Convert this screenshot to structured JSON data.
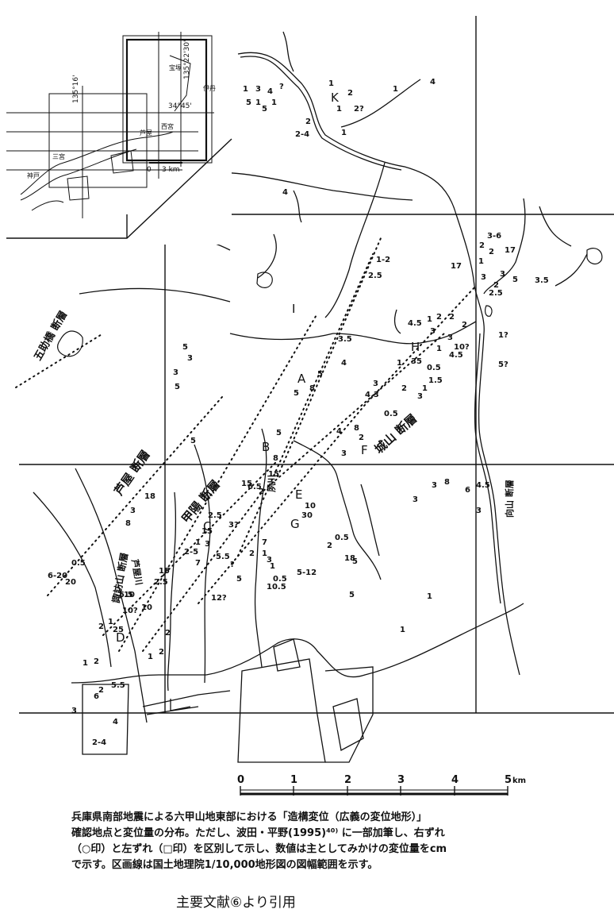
{
  "inset_map": {
    "coords": [
      "135°22'30\"",
      "135°16'",
      "34°45'"
    ],
    "places": [
      "宝塚",
      "伊丹",
      "芦屋",
      "西宮",
      "三宮",
      "神戸"
    ],
    "scale_labels": [
      "0",
      "3 km"
    ]
  },
  "faults": {
    "gosukebashi": "五助橋 断層",
    "ashiya": "芦屋 断層",
    "koyo": "甲陽 断層",
    "jozan": "城山 断層",
    "suwayama": "諏訪山 断層",
    "mukoyama": "向山 断層",
    "ashiyagawa": "芦屋川",
    "shukugawa": "夙川"
  },
  "section_letters": [
    "A",
    "B",
    "C",
    "D",
    "E",
    "F",
    "G",
    "H",
    "I",
    "K"
  ],
  "scale_bar": {
    "ticks": [
      "0",
      "1",
      "2",
      "3",
      "4",
      "5"
    ],
    "unit": "km"
  },
  "caption_lines": [
    "兵庫県南部地震による六甲山地東部における「造構変位（広義の変位地形）」",
    "確認地点と変位量の分布。ただし、波田・平野(1995)⁴⁰⁾ に一部加筆し、右ずれ",
    "（○印）と左ずれ（□印）を区別して示し、数値は主としてみかけの変位量をcm",
    "で示す。区画線は国土地理院1/10,000地形図の図幅範囲を示す。"
  ],
  "source": "主要文献⑥より引用",
  "displacements": [
    {
      "label": "1"
    },
    {
      "label": "3"
    },
    {
      "label": "4"
    },
    {
      "label": "?"
    },
    {
      "label": "5"
    },
    {
      "label": "1"
    },
    {
      "label": "5"
    },
    {
      "label": "1"
    },
    {
      "label": "2"
    },
    {
      "label": "2-4"
    },
    {
      "label": "1"
    },
    {
      "label": "1"
    },
    {
      "label": "2"
    },
    {
      "label": "1"
    },
    {
      "label": "2?"
    },
    {
      "label": "1"
    },
    {
      "label": "4"
    },
    {
      "label": "4"
    },
    {
      "label": "1-2"
    },
    {
      "label": "2.5"
    },
    {
      "label": "3-6"
    },
    {
      "label": "2"
    },
    {
      "label": "17"
    },
    {
      "label": "2"
    },
    {
      "label": "1"
    },
    {
      "label": "17"
    },
    {
      "label": "3"
    },
    {
      "label": "3"
    },
    {
      "label": "5"
    },
    {
      "label": "3.5"
    },
    {
      "label": "2"
    },
    {
      "label": "2.5"
    },
    {
      "label": "4.5"
    },
    {
      "label": "1"
    },
    {
      "label": "2"
    },
    {
      "label": "2"
    },
    {
      "label": "2"
    },
    {
      "label": "3"
    },
    {
      "label": "3.5"
    },
    {
      "label": "3"
    },
    {
      "label": "1"
    },
    {
      "label": "10?"
    },
    {
      "label": "1"
    },
    {
      "label": "35"
    },
    {
      "label": "0.5"
    },
    {
      "label": "4.5"
    },
    {
      "label": "1?"
    },
    {
      "label": "5?"
    },
    {
      "label": "5"
    },
    {
      "label": "3"
    },
    {
      "label": "3"
    },
    {
      "label": "5"
    },
    {
      "label": "4"
    },
    {
      "label": "5"
    },
    {
      "label": "8"
    },
    {
      "label": "5"
    },
    {
      "label": "3"
    },
    {
      "label": "4.3"
    },
    {
      "label": "2"
    },
    {
      "label": "1"
    },
    {
      "label": "3"
    },
    {
      "label": "1.5"
    },
    {
      "label": "0.5"
    },
    {
      "label": "4"
    },
    {
      "label": "8"
    },
    {
      "label": "2"
    },
    {
      "label": "3"
    },
    {
      "label": "5"
    },
    {
      "label": "5"
    },
    {
      "label": "8"
    },
    {
      "label": "15"
    },
    {
      "label": "15"
    },
    {
      "label": "6.5"
    },
    {
      "label": "2"
    },
    {
      "label": "3"
    },
    {
      "label": "30"
    },
    {
      "label": "10"
    },
    {
      "label": "3"
    },
    {
      "label": "8"
    },
    {
      "label": "6"
    },
    {
      "label": "4.5"
    },
    {
      "label": "3"
    },
    {
      "label": "18"
    },
    {
      "label": "3"
    },
    {
      "label": "2.5"
    },
    {
      "label": "3?"
    },
    {
      "label": "15"
    },
    {
      "label": "1"
    },
    {
      "label": "3"
    },
    {
      "label": "8"
    },
    {
      "label": "2-5"
    },
    {
      "label": "7"
    },
    {
      "label": "5.5"
    },
    {
      "label": "?"
    },
    {
      "label": "2"
    },
    {
      "label": "1"
    },
    {
      "label": "3"
    },
    {
      "label": "7"
    },
    {
      "label": "2"
    },
    {
      "label": "0.5"
    },
    {
      "label": "5"
    },
    {
      "label": "1"
    },
    {
      "label": "0.5"
    },
    {
      "label": "10.5"
    },
    {
      "label": "5-12"
    },
    {
      "label": "1"
    },
    {
      "label": "1"
    },
    {
      "label": "0.5"
    },
    {
      "label": "6-20"
    },
    {
      "label": "20"
    },
    {
      "label": "15"
    },
    {
      "label": "2.5"
    },
    {
      "label": "5.5"
    },
    {
      "label": "10"
    },
    {
      "label": "12?"
    },
    {
      "label": "10?"
    },
    {
      "label": "10"
    },
    {
      "label": "1"
    },
    {
      "label": "2"
    },
    {
      "label": "25"
    },
    {
      "label": "2"
    },
    {
      "label": "1"
    },
    {
      "label": "2"
    },
    {
      "label": "1"
    },
    {
      "label": "2"
    },
    {
      "label": "5.5"
    },
    {
      "label": "2"
    },
    {
      "label": "6"
    },
    {
      "label": "3"
    },
    {
      "label": "4"
    },
    {
      "label": "2-4"
    },
    {
      "label": "18"
    },
    {
      "label": "5"
    },
    {
      "label": "5"
    },
    {
      "label": "3"
    },
    {
      "label": "4"
    },
    {
      "label": "0.5"
    },
    {
      "label": "1"
    }
  ]
}
